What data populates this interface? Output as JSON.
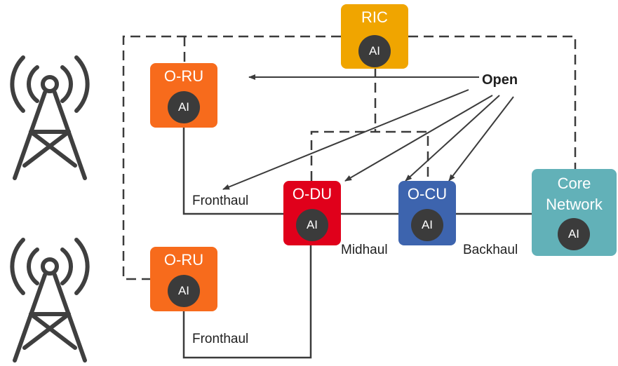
{
  "nodes": {
    "ric": {
      "title": "RIC",
      "ai": "AI",
      "color": "#f0a500"
    },
    "oru_top": {
      "title": "O-RU",
      "ai": "AI",
      "color": "#f76b1c"
    },
    "oru_bottom": {
      "title": "O-RU",
      "ai": "AI",
      "color": "#f76b1c"
    },
    "odu": {
      "title": "O-DU",
      "ai": "AI",
      "color": "#e0001b"
    },
    "ocu": {
      "title": "O-CU",
      "ai": "AI",
      "color": "#3d64ae"
    },
    "core": {
      "title_line1": "Core",
      "title_line2": "Network",
      "ai": "AI",
      "color": "#62b1b8"
    }
  },
  "labels": {
    "open": "Open",
    "fronthaul_top": "Fronthaul",
    "fronthaul_bottom": "Fronthaul",
    "midhaul": "Midhaul",
    "backhaul": "Backhaul"
  },
  "icons": [
    "radio-tower-icon",
    "radio-tower-icon"
  ],
  "colors": {
    "line": "#3b3b3b",
    "tower": "#3f3f3f",
    "ai_badge": "#3b3b3b"
  }
}
